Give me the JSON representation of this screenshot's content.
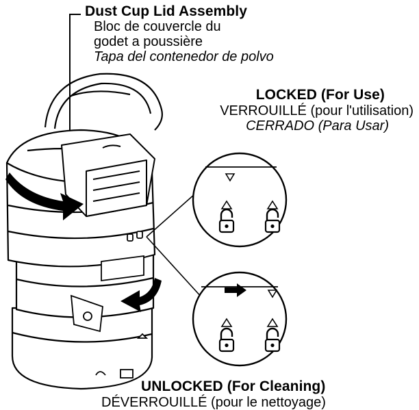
{
  "callouts": {
    "dust_cup": {
      "title": "Dust Cup Lid Assembly",
      "french": "Bloc de couvercle du",
      "french_2": "godet a poussière",
      "spanish": "Tapa del contenedor de polvo"
    },
    "locked": {
      "title": "LOCKED (For Use)",
      "french": "VERROUILLÉ (pour l'utilisation)",
      "spanish": "CERRADO (Para Usar)"
    },
    "unlocked": {
      "title": "UNLOCKED (For Cleaning)",
      "french": "DÉVERROUILLÉ (pour le nettoyage)"
    }
  },
  "icons": {
    "indicator": "down-triangle-indicator-icon",
    "arrow_up": "up-triangle-icon",
    "unlocked_padlock": "unlocked-padlock-icon",
    "direction_arrow": "right-arrow-icon"
  }
}
